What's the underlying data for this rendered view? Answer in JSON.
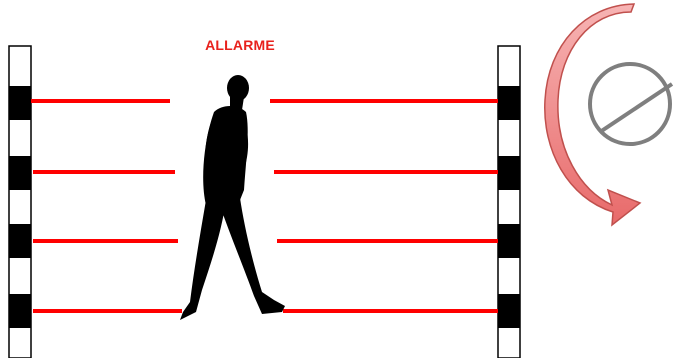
{
  "alarm_label": "ALLARME",
  "colors": {
    "beam": "#ff0000",
    "post_black": "#000000",
    "post_white": "#ffffff",
    "alarm_text": "#e8211c",
    "arrow_fill": "#f08a8a",
    "arrow_stroke": "#c0504d",
    "disabled_symbol": "#7f7f7f",
    "intruder": "#000000"
  },
  "beams": {
    "count": 4,
    "state": "interrupted"
  },
  "icons": {
    "intruder": "walking-person-silhouette",
    "rotation": "rotation-arrow",
    "disabled": "prohibited-circle"
  }
}
